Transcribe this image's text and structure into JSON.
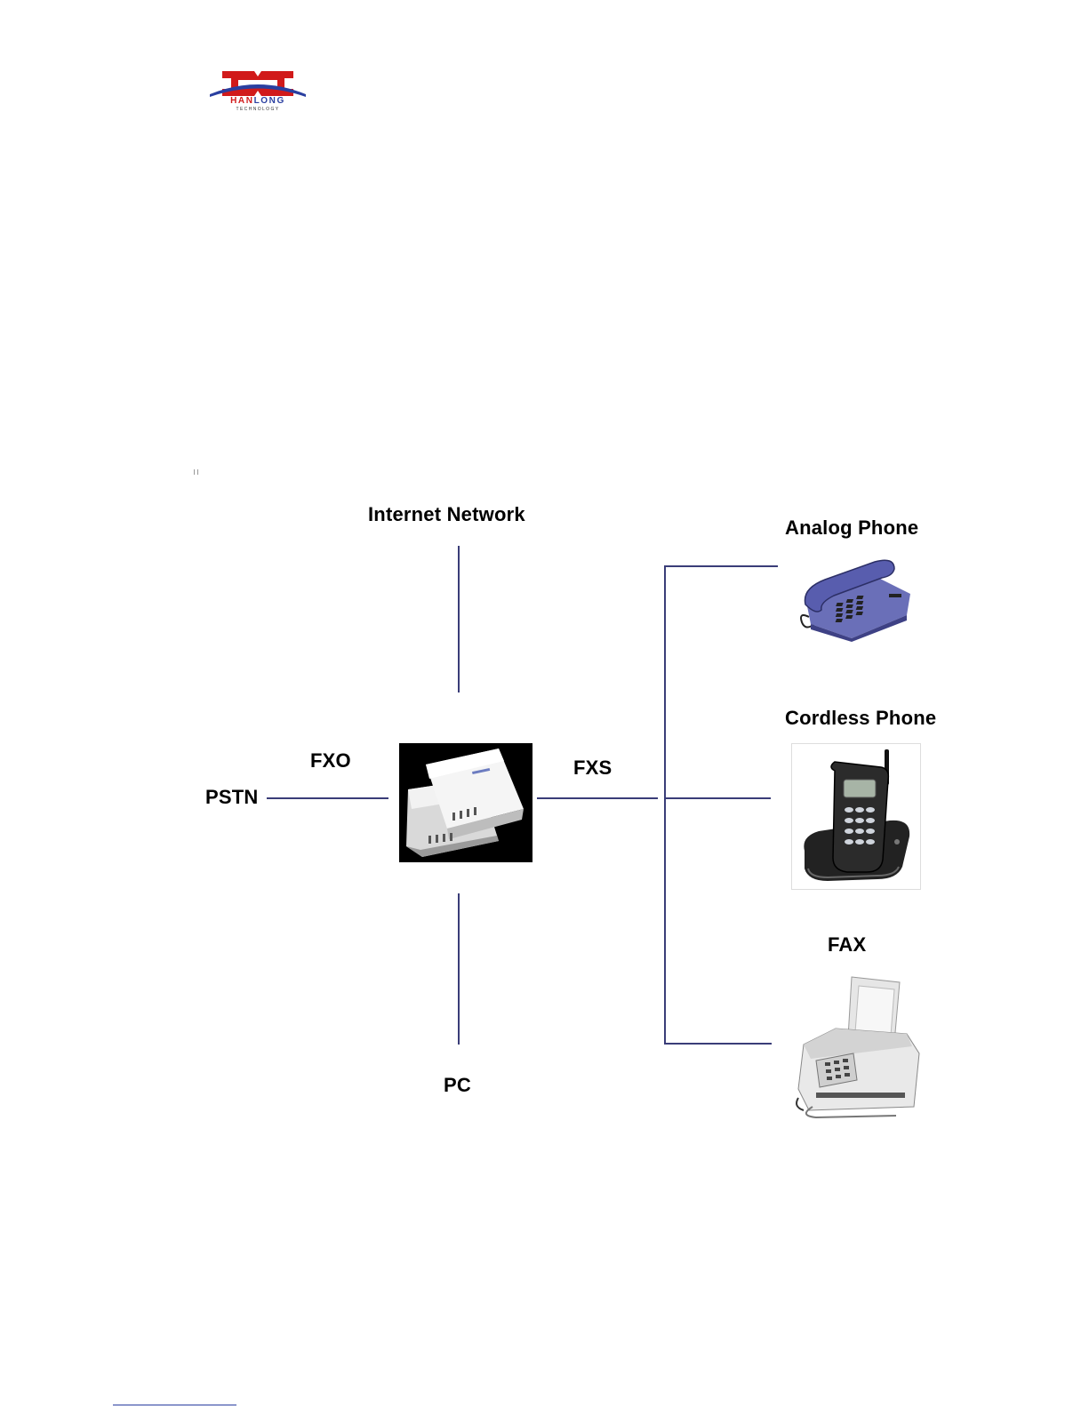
{
  "logo": {
    "monogram": "H",
    "wordmark_red": "HAN",
    "wordmark_blue": "LONG",
    "tagline": "TECHNOLOGY"
  },
  "diagram": {
    "top_label": "Internet Network",
    "bottom_label": "PC",
    "left_label": "PSTN",
    "left_port_label": "FXO",
    "right_port_label": "FXS",
    "devices": [
      {
        "label": "Analog Phone"
      },
      {
        "label": "Cordless Phone"
      },
      {
        "label": "FAX"
      }
    ]
  },
  "colors": {
    "line": "#3a3d78",
    "logo_red": "#d11a1a",
    "logo_blue": "#2a3fa0"
  }
}
